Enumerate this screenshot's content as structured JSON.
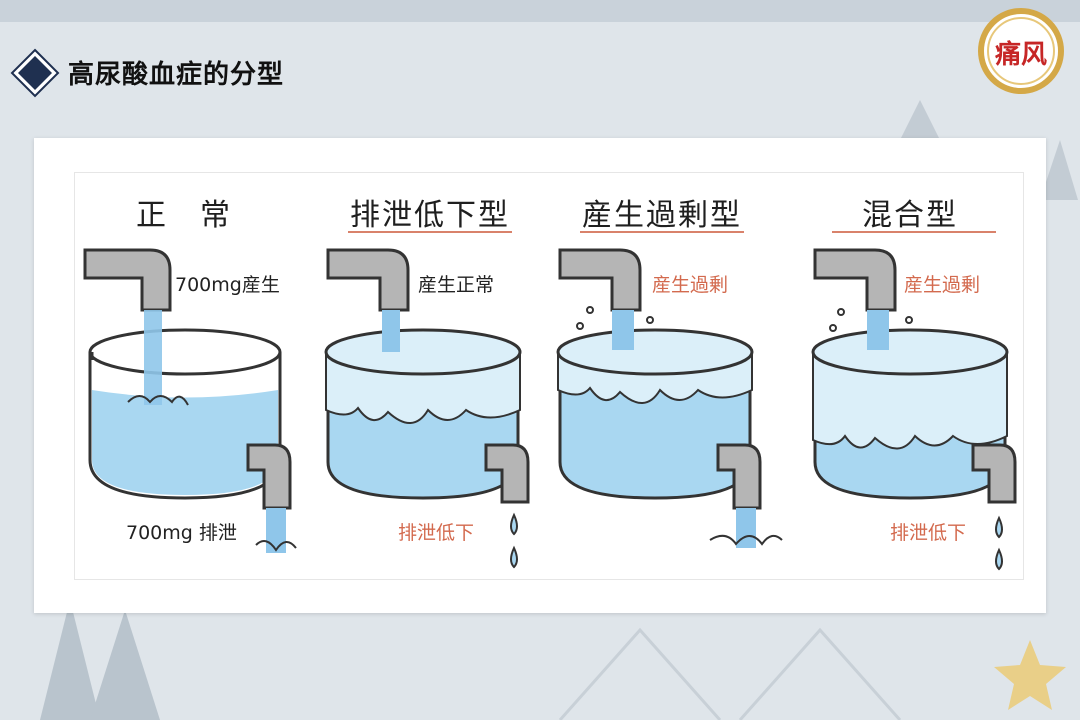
{
  "header": {
    "title": "高尿酸血症的分型"
  },
  "logo": {
    "text": "痛风"
  },
  "panels": [
    {
      "title": "正　常",
      "production_label": "700mg産生",
      "excretion_label": "700mg 排泄"
    },
    {
      "title": "排泄低下型",
      "production_label": "産生正常",
      "excretion_label": "排泄低下"
    },
    {
      "title": "産生過剰型",
      "production_label": "産生過剰",
      "excretion_label": ""
    },
    {
      "title": "混合型",
      "production_label": "産生過剰",
      "excretion_label": "排泄低下"
    }
  ],
  "colors": {
    "accent": "#d36a4e",
    "water": "#9fd1ef",
    "water_light": "#d6ecf8",
    "pipe": "#a9a9a9"
  }
}
